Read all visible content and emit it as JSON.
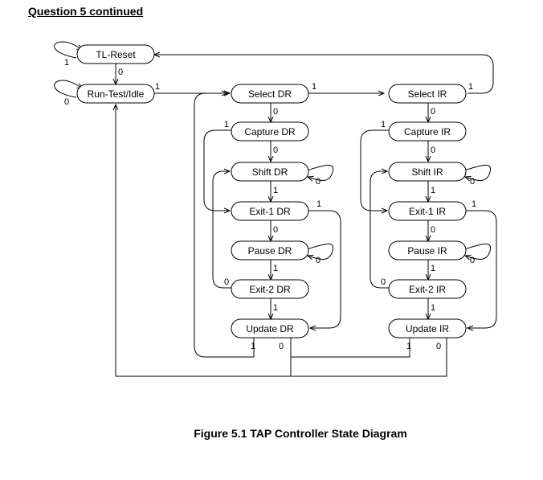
{
  "header": {
    "title": "Question 5 continued"
  },
  "caption": "Figure 5.1 TAP Controller State Diagram",
  "states": {
    "tl_reset": "TL-Reset",
    "run_test_idle": "Run-Test/Idle",
    "select_dr": "Select DR",
    "capture_dr": "Capture DR",
    "shift_dr": "Shift DR",
    "exit1_dr": "Exit-1 DR",
    "pause_dr": "Pause DR",
    "exit2_dr": "Exit-2 DR",
    "update_dr": "Update DR",
    "select_ir": "Select IR",
    "capture_ir": "Capture IR",
    "shift_ir": "Shift IR",
    "exit1_ir": "Exit-1 IR",
    "pause_ir": "Pause IR",
    "exit2_ir": "Exit-2 IR",
    "update_ir": "Update IR"
  },
  "edge_labels": {
    "one": "1",
    "zero": "0"
  }
}
